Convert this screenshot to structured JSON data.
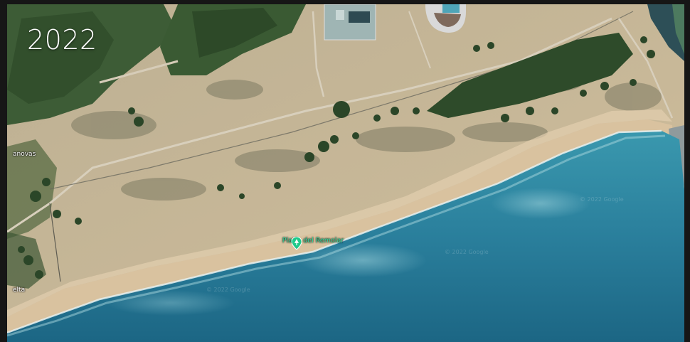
{
  "map": {
    "year_label": "2022",
    "poi": {
      "name": "Platja del Remolar",
      "icon": "beach-marker-icon",
      "color": "#2fe0a0"
    },
    "places": {
      "left_upper": "anovas",
      "left_lower": "elta"
    },
    "watermarks": [
      "© 2022 Google",
      "© 2022 Google",
      "© 2022 Google"
    ],
    "colors": {
      "sea_deep": "#1f6f8f",
      "sea_shallow": "#3f9bb0",
      "sand": "#d8c3a0",
      "scrub": "#b9ad92",
      "pine": "#2f4d2c"
    }
  }
}
